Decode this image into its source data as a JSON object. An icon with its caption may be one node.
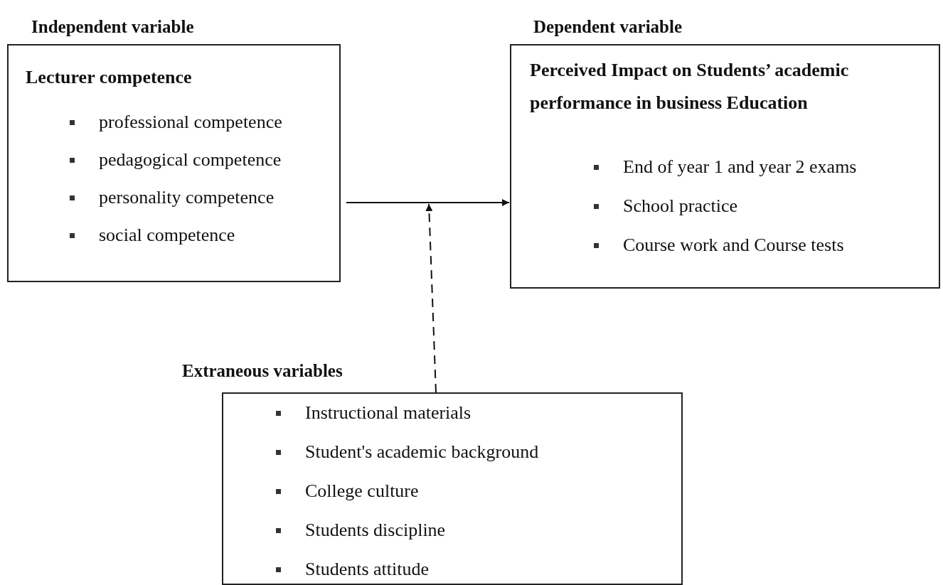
{
  "diagram": {
    "nodes": [
      {
        "text": [
          "Independent variable",
          "Lecturer competence",
          "professional competence",
          "pedagogical competence",
          "personality competence",
          "social competence"
        ]
      },
      {
        "text": [
          "Dependent variable",
          "Perceived Impact on Students’ academic performance in business Education",
          "End of year 1 and year 2 exams",
          "School practice",
          "Course work and Course tests"
        ]
      },
      {
        "text": [
          "Extraneous variables",
          "Instructional materials",
          "Student's academic background",
          "College culture",
          "Students discipline",
          "Students attitude"
        ]
      }
    ],
    "edges": [
      {
        "from": 0,
        "to": 1,
        "arrow": "to"
      },
      {
        "from": 2,
        "to": null,
        "arrow": "to",
        "style": "dashed"
      }
    ]
  }
}
